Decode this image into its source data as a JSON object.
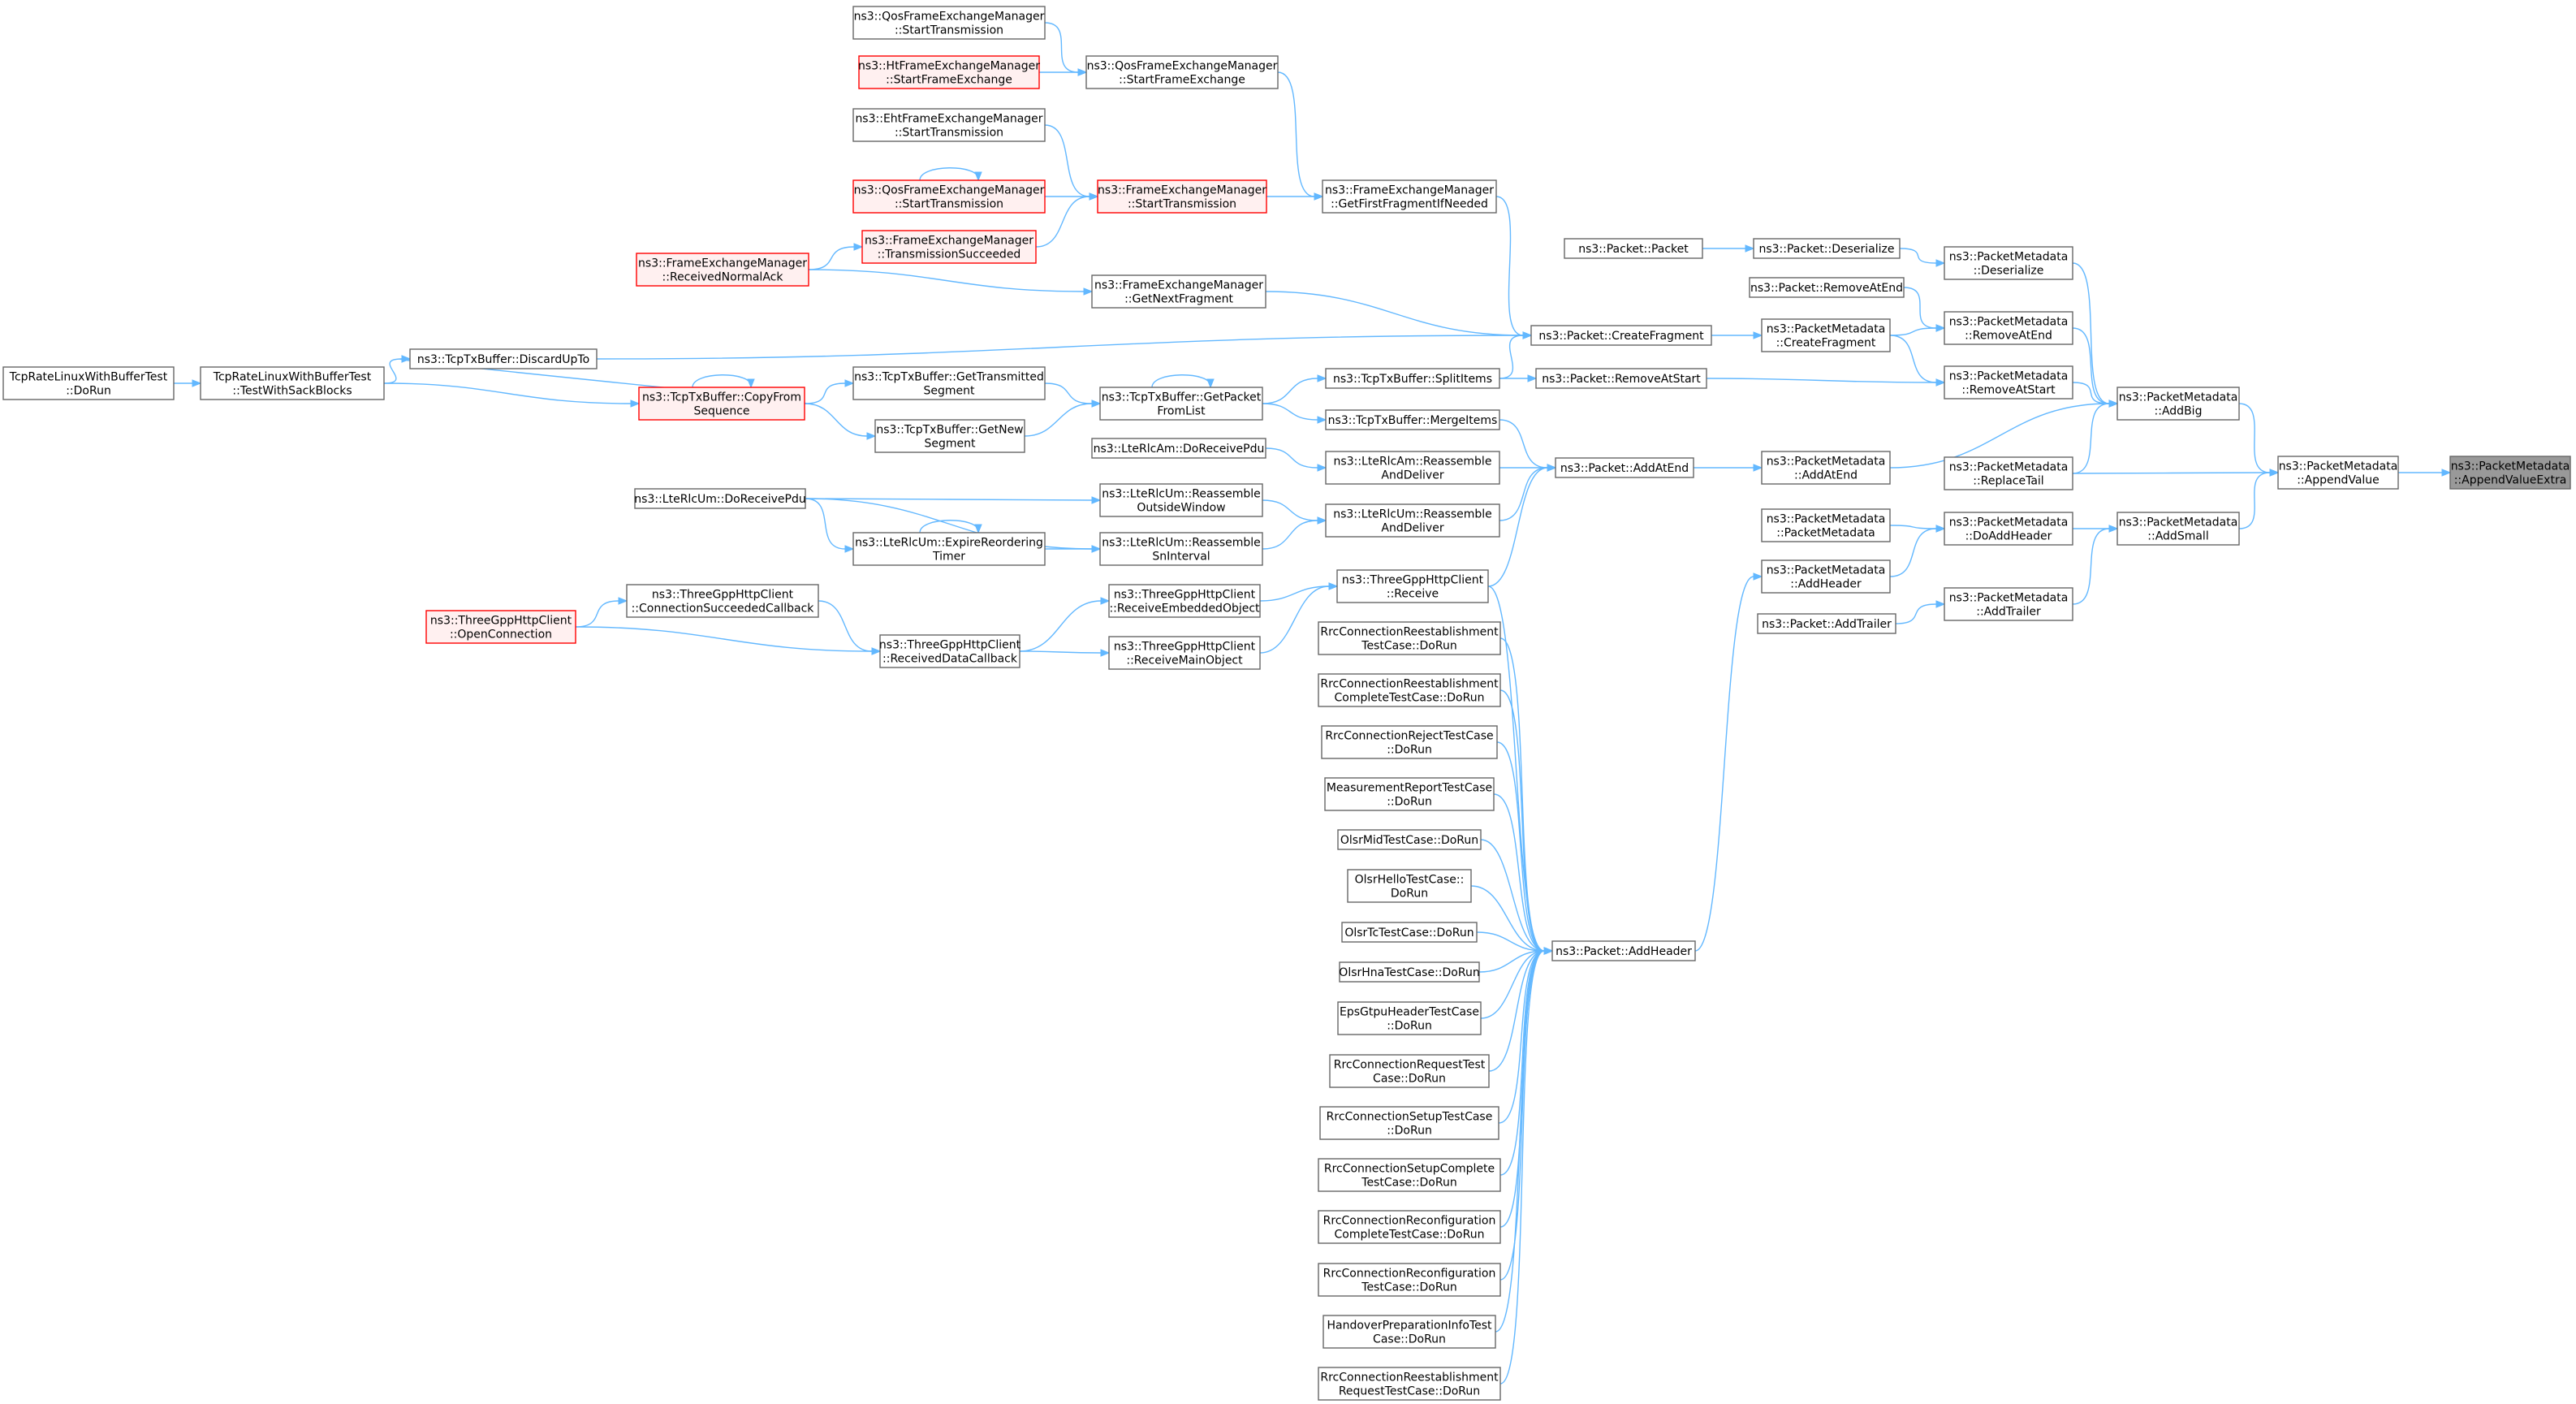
{
  "colors": {
    "edge": "#63b8ff",
    "node_border": "#666666",
    "truncated_border": "#ff0000",
    "truncated_fill": "#fff0f0",
    "root_fill": "#999999"
  },
  "nodes": [
    {
      "id": "root",
      "lines": [
        "ns3::PacketMetadata",
        "::AppendValueExtra"
      ],
      "style": "root"
    },
    {
      "id": "appendValue",
      "lines": [
        "ns3::PacketMetadata",
        "::AppendValue"
      ]
    },
    {
      "id": "addBig",
      "lines": [
        "ns3::PacketMetadata",
        "::AddBig"
      ]
    },
    {
      "id": "addSmall",
      "lines": [
        "ns3::PacketMetadata",
        "::AddSmall"
      ]
    },
    {
      "id": "pmDeserialize",
      "lines": [
        "ns3::PacketMetadata",
        "::Deserialize"
      ]
    },
    {
      "id": "pmRemoveAtEnd",
      "lines": [
        "ns3::PacketMetadata",
        "::RemoveAtEnd"
      ]
    },
    {
      "id": "pmRemoveAtStart",
      "lines": [
        "ns3::PacketMetadata",
        "::RemoveAtStart"
      ]
    },
    {
      "id": "pmAddAtEnd",
      "lines": [
        "ns3::PacketMetadata",
        "::AddAtEnd"
      ]
    },
    {
      "id": "pmReplaceTail",
      "lines": [
        "ns3::PacketMetadata",
        "::ReplaceTail"
      ]
    },
    {
      "id": "pmDoAddHeader",
      "lines": [
        "ns3::PacketMetadata",
        "::DoAddHeader"
      ]
    },
    {
      "id": "pmAddTrailer",
      "lines": [
        "ns3::PacketMetadata",
        "::AddTrailer"
      ]
    },
    {
      "id": "pmCreateFragment",
      "lines": [
        "ns3::PacketMetadata",
        "::CreateFragment"
      ]
    },
    {
      "id": "pmPacketMetadata",
      "lines": [
        "ns3::PacketMetadata",
        "::PacketMetadata"
      ]
    },
    {
      "id": "pmAddHeader",
      "lines": [
        "ns3::PacketMetadata",
        "::AddHeader"
      ]
    },
    {
      "id": "pDeserialize",
      "lines": [
        "ns3::Packet::Deserialize"
      ]
    },
    {
      "id": "pRemoveAtEnd",
      "lines": [
        "ns3::Packet::RemoveAtEnd"
      ]
    },
    {
      "id": "pAddTrailer",
      "lines": [
        "ns3::Packet::AddTrailer"
      ]
    },
    {
      "id": "pPacket",
      "lines": [
        "ns3::Packet::Packet"
      ]
    },
    {
      "id": "pCreateFragment",
      "lines": [
        "ns3::Packet::CreateFragment"
      ]
    },
    {
      "id": "pRemoveAtStart",
      "lines": [
        "ns3::Packet::RemoveAtStart"
      ]
    },
    {
      "id": "pAddAtEnd",
      "lines": [
        "ns3::Packet::AddAtEnd"
      ]
    },
    {
      "id": "pAddHeader",
      "lines": [
        "ns3::Packet::AddHeader"
      ]
    },
    {
      "id": "feGetFirstFrag",
      "lines": [
        "ns3::FrameExchangeManager",
        "::GetFirstFragmentIfNeeded"
      ]
    },
    {
      "id": "feGetNextFrag",
      "lines": [
        "ns3::FrameExchangeManager",
        "::GetNextFragment"
      ]
    },
    {
      "id": "tcpDiscardUpTo",
      "lines": [
        "ns3::TcpTxBuffer::DiscardUpTo"
      ]
    },
    {
      "id": "tcpSplitItems",
      "lines": [
        "ns3::TcpTxBuffer::SplitItems"
      ]
    },
    {
      "id": "tcpMergeItems",
      "lines": [
        "ns3::TcpTxBuffer::MergeItems"
      ]
    },
    {
      "id": "amDoReceivePdu",
      "lines": [
        "ns3::LteRlcAm::DoReceivePdu"
      ]
    },
    {
      "id": "amReassemble",
      "lines": [
        "ns3::LteRlcAm::Reassemble",
        "AndDeliver"
      ]
    },
    {
      "id": "umReassemble",
      "lines": [
        "ns3::LteRlcUm::Reassemble",
        "AndDeliver"
      ]
    },
    {
      "id": "tgReceive",
      "lines": [
        "ns3::ThreeGppHttpClient",
        "::Receive"
      ]
    },
    {
      "id": "qosStartFE",
      "lines": [
        "ns3::QosFrameExchangeManager",
        "::StartFrameExchange"
      ]
    },
    {
      "id": "feStartTx",
      "lines": [
        "ns3::FrameExchangeManager",
        "::StartTransmission"
      ],
      "style": "trunc"
    },
    {
      "id": "tcpGetPacketFromList",
      "lines": [
        "ns3::TcpTxBuffer::GetPacket",
        "FromList"
      ]
    },
    {
      "id": "umReassembleOutside",
      "lines": [
        "ns3::LteRlcUm::Reassemble",
        "OutsideWindow"
      ]
    },
    {
      "id": "umReassembleSn",
      "lines": [
        "ns3::LteRlcUm::Reassemble",
        "SnInterval"
      ]
    },
    {
      "id": "tgReceiveEmbedded",
      "lines": [
        "ns3::ThreeGppHttpClient",
        "::ReceiveEmbeddedObject"
      ]
    },
    {
      "id": "tgReceiveMain",
      "lines": [
        "ns3::ThreeGppHttpClient",
        "::ReceiveMainObject"
      ]
    },
    {
      "id": "qosStartTxTop",
      "lines": [
        "ns3::QosFrameExchangeManager",
        "::StartTransmission"
      ]
    },
    {
      "id": "htStartFE",
      "lines": [
        "ns3::HtFrameExchangeManager",
        "::StartFrameExchange"
      ],
      "style": "trunc"
    },
    {
      "id": "ehtStartTx",
      "lines": [
        "ns3::EhtFrameExchangeManager",
        "::StartTransmission"
      ]
    },
    {
      "id": "qosStartTx",
      "lines": [
        "ns3::QosFrameExchangeManager",
        "::StartTransmission"
      ],
      "style": "trunc"
    },
    {
      "id": "feTxSucceeded",
      "lines": [
        "ns3::FrameExchangeManager",
        "::TransmissionSucceeded"
      ],
      "style": "trunc"
    },
    {
      "id": "tcpGetTransmitted",
      "lines": [
        "ns3::TcpTxBuffer::GetTransmitted",
        "Segment"
      ]
    },
    {
      "id": "tcpGetNew",
      "lines": [
        "ns3::TcpTxBuffer::GetNew",
        "Segment"
      ]
    },
    {
      "id": "umExpire",
      "lines": [
        "ns3::LteRlcUm::ExpireReordering",
        "Timer"
      ]
    },
    {
      "id": "tgReceivedData",
      "lines": [
        "ns3::ThreeGppHttpClient",
        "::ReceivedDataCallback"
      ]
    },
    {
      "id": "feReceivedNormalAck",
      "lines": [
        "ns3::FrameExchangeManager",
        "::ReceivedNormalAck"
      ],
      "style": "trunc"
    },
    {
      "id": "tcpCopyFrom",
      "lines": [
        "ns3::TcpTxBuffer::CopyFrom",
        "Sequence"
      ],
      "style": "trunc"
    },
    {
      "id": "umDoReceivePdu",
      "lines": [
        "ns3::LteRlcUm::DoReceivePdu"
      ]
    },
    {
      "id": "tgConnSucceeded",
      "lines": [
        "ns3::ThreeGppHttpClient",
        "::ConnectionSucceededCallback"
      ]
    },
    {
      "id": "tgOpenConn",
      "lines": [
        "ns3::ThreeGppHttpClient",
        "::OpenConnection"
      ],
      "style": "trunc"
    },
    {
      "id": "tcpTestSack",
      "lines": [
        "TcpRateLinuxWithBufferTest",
        "::TestWithSackBlocks"
      ]
    },
    {
      "id": "tcpTestDoRun",
      "lines": [
        "TcpRateLinuxWithBufferTest",
        "::DoRun"
      ]
    },
    {
      "id": "t1",
      "lines": [
        "RrcConnectionReestablishment",
        "TestCase::DoRun"
      ]
    },
    {
      "id": "t2",
      "lines": [
        "RrcConnectionReestablishment",
        "CompleteTestCase::DoRun"
      ]
    },
    {
      "id": "t3",
      "lines": [
        "RrcConnectionRejectTestCase",
        "::DoRun"
      ]
    },
    {
      "id": "t4",
      "lines": [
        "MeasurementReportTestCase",
        "::DoRun"
      ]
    },
    {
      "id": "t5",
      "lines": [
        "OlsrMidTestCase::DoRun"
      ]
    },
    {
      "id": "t6",
      "lines": [
        "OlsrHelloTestCase::",
        "DoRun"
      ]
    },
    {
      "id": "t7",
      "lines": [
        "OlsrTcTestCase::DoRun"
      ]
    },
    {
      "id": "t8",
      "lines": [
        "OlsrHnaTestCase::DoRun"
      ]
    },
    {
      "id": "t9",
      "lines": [
        "EpsGtpuHeaderTestCase",
        "::DoRun"
      ]
    },
    {
      "id": "t10",
      "lines": [
        "RrcConnectionRequestTest",
        "Case::DoRun"
      ]
    },
    {
      "id": "t11",
      "lines": [
        "RrcConnectionSetupTestCase",
        "::DoRun"
      ]
    },
    {
      "id": "t12",
      "lines": [
        "RrcConnectionSetupComplete",
        "TestCase::DoRun"
      ]
    },
    {
      "id": "t13",
      "lines": [
        "RrcConnectionReconfiguration",
        "CompleteTestCase::DoRun"
      ]
    },
    {
      "id": "t14",
      "lines": [
        "RrcConnectionReconfiguration",
        "TestCase::DoRun"
      ]
    },
    {
      "id": "t15",
      "lines": [
        "HandoverPreparationInfoTest",
        "Case::DoRun"
      ]
    },
    {
      "id": "t16",
      "lines": [
        "RrcConnectionReestablishment",
        "RequestTestCase::DoRun"
      ]
    }
  ],
  "edges": [
    [
      "appendValue",
      "root"
    ],
    [
      "addBig",
      "appendValue"
    ],
    [
      "pmReplaceTail",
      "appendValue"
    ],
    [
      "addSmall",
      "appendValue"
    ],
    [
      "pmDeserialize",
      "addBig"
    ],
    [
      "pmRemoveAtEnd",
      "addBig"
    ],
    [
      "pmRemoveAtStart",
      "addBig"
    ],
    [
      "pmAddAtEnd",
      "addBig"
    ],
    [
      "pmReplaceTail",
      "addBig"
    ],
    [
      "pmDoAddHeader",
      "addSmall"
    ],
    [
      "pmAddTrailer",
      "addSmall"
    ],
    [
      "pDeserialize",
      "pmDeserialize"
    ],
    [
      "pRemoveAtEnd",
      "pmRemoveAtEnd"
    ],
    [
      "pmCreateFragment",
      "pmRemoveAtEnd"
    ],
    [
      "pmCreateFragment",
      "pmRemoveAtStart"
    ],
    [
      "pRemoveAtStart",
      "pmRemoveAtStart"
    ],
    [
      "pAddAtEnd",
      "pmAddAtEnd"
    ],
    [
      "pmPacketMetadata",
      "pmDoAddHeader"
    ],
    [
      "pmAddHeader",
      "pmDoAddHeader"
    ],
    [
      "pAddTrailer",
      "pmAddTrailer"
    ],
    [
      "pCreateFragment",
      "pmCreateFragment"
    ],
    [
      "pAddHeader",
      "pmAddHeader"
    ],
    [
      "pPacket",
      "pDeserialize"
    ],
    [
      "feGetFirstFrag",
      "pCreateFragment"
    ],
    [
      "feGetNextFrag",
      "pCreateFragment"
    ],
    [
      "tcpDiscardUpTo",
      "pCreateFragment"
    ],
    [
      "tcpSplitItems",
      "pCreateFragment"
    ],
    [
      "tcpSplitItems",
      "pRemoveAtStart"
    ],
    [
      "tcpMergeItems",
      "pAddAtEnd"
    ],
    [
      "amReassemble",
      "pAddAtEnd"
    ],
    [
      "umReassemble",
      "pAddAtEnd"
    ],
    [
      "tgReceive",
      "pAddAtEnd"
    ],
    [
      "qosStartFE",
      "feGetFirstFrag"
    ],
    [
      "feStartTx",
      "feGetFirstFrag"
    ],
    [
      "feReceivedNormalAck",
      "feGetNextFrag"
    ],
    [
      "tcpCopyFrom",
      "tcpDiscardUpTo"
    ],
    [
      "tcpTestSack",
      "tcpDiscardUpTo"
    ],
    [
      "tcpGetPacketFromList",
      "tcpSplitItems"
    ],
    [
      "tcpGetPacketFromList",
      "tcpMergeItems"
    ],
    [
      "tcpGetPacketFromList",
      "tcpGetPacketFromList"
    ],
    [
      "amDoReceivePdu",
      "amReassemble"
    ],
    [
      "umReassembleOutside",
      "umReassemble"
    ],
    [
      "umReassembleSn",
      "umReassemble"
    ],
    [
      "tgReceiveEmbedded",
      "tgReceive"
    ],
    [
      "tgReceiveMain",
      "tgReceive"
    ],
    [
      "qosStartTxTop",
      "qosStartFE"
    ],
    [
      "htStartFE",
      "qosStartFE"
    ],
    [
      "ehtStartTx",
      "feStartTx"
    ],
    [
      "qosStartTx",
      "feStartTx"
    ],
    [
      "feTxSucceeded",
      "feStartTx"
    ],
    [
      "qosStartTx",
      "qosStartTx"
    ],
    [
      "feReceivedNormalAck",
      "feTxSucceeded"
    ],
    [
      "tcpGetTransmitted",
      "tcpGetPacketFromList"
    ],
    [
      "tcpGetNew",
      "tcpGetPacketFromList"
    ],
    [
      "tcpCopyFrom",
      "tcpGetTransmitted"
    ],
    [
      "tcpCopyFrom",
      "tcpGetNew"
    ],
    [
      "tcpCopyFrom",
      "tcpCopyFrom"
    ],
    [
      "tcpTestSack",
      "tcpCopyFrom"
    ],
    [
      "tcpTestDoRun",
      "tcpTestSack"
    ],
    [
      "umDoReceivePdu",
      "umReassembleOutside"
    ],
    [
      "umDoReceivePdu",
      "umReassembleSn"
    ],
    [
      "umExpire",
      "umReassembleSn"
    ],
    [
      "umDoReceivePdu",
      "umExpire"
    ],
    [
      "umExpire",
      "umExpire"
    ],
    [
      "tgReceivedData",
      "tgReceiveEmbedded"
    ],
    [
      "tgReceivedData",
      "tgReceiveMain"
    ],
    [
      "tgConnSucceeded",
      "tgReceivedData"
    ],
    [
      "tgOpenConn",
      "tgReceivedData"
    ],
    [
      "tgOpenConn",
      "tgConnSucceeded"
    ],
    [
      "tgReceive",
      "pAddHeader"
    ],
    [
      "t1",
      "pAddHeader"
    ],
    [
      "t2",
      "pAddHeader"
    ],
    [
      "t3",
      "pAddHeader"
    ],
    [
      "t4",
      "pAddHeader"
    ],
    [
      "t5",
      "pAddHeader"
    ],
    [
      "t6",
      "pAddHeader"
    ],
    [
      "t7",
      "pAddHeader"
    ],
    [
      "t8",
      "pAddHeader"
    ],
    [
      "t9",
      "pAddHeader"
    ],
    [
      "t10",
      "pAddHeader"
    ],
    [
      "t11",
      "pAddHeader"
    ],
    [
      "t12",
      "pAddHeader"
    ],
    [
      "t13",
      "pAddHeader"
    ],
    [
      "t14",
      "pAddHeader"
    ],
    [
      "t15",
      "pAddHeader"
    ],
    [
      "t16",
      "pAddHeader"
    ]
  ]
}
